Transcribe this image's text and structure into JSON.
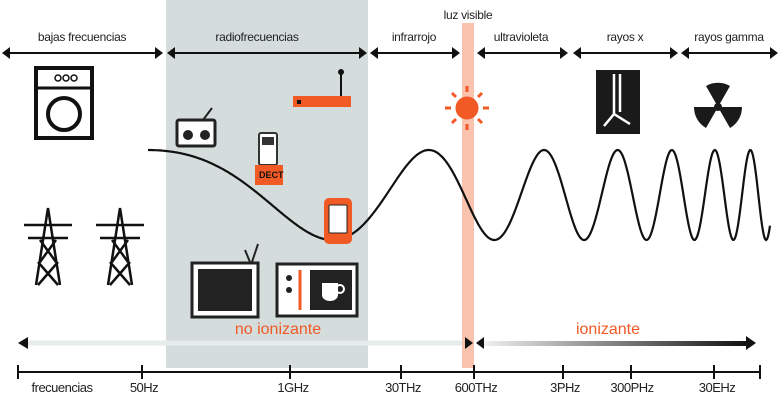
{
  "bands": [
    {
      "label": "bajas frecuencias"
    },
    {
      "label": "radiofrecuencias"
    },
    {
      "label": "infrarrojo"
    },
    {
      "label": "luz visible"
    },
    {
      "label": "ultravioleta"
    },
    {
      "label": "rayos x"
    },
    {
      "label": "rayos gamma"
    }
  ],
  "ionization": {
    "non_ionizing": "no ionizante",
    "ionizing": "ionizante"
  },
  "axis": {
    "labels": [
      "frecuencias",
      "50Hz",
      "1GHz",
      "30THz",
      "600THz",
      "3PHz",
      "300PHz",
      "30EHz"
    ]
  },
  "icons": {
    "dect_label": "DECT"
  },
  "colors": {
    "accent": "#f15a24",
    "visible_strip": "#f9c3ae",
    "radio_band": "#d5dcdc",
    "ink": "#1a1a1a"
  }
}
